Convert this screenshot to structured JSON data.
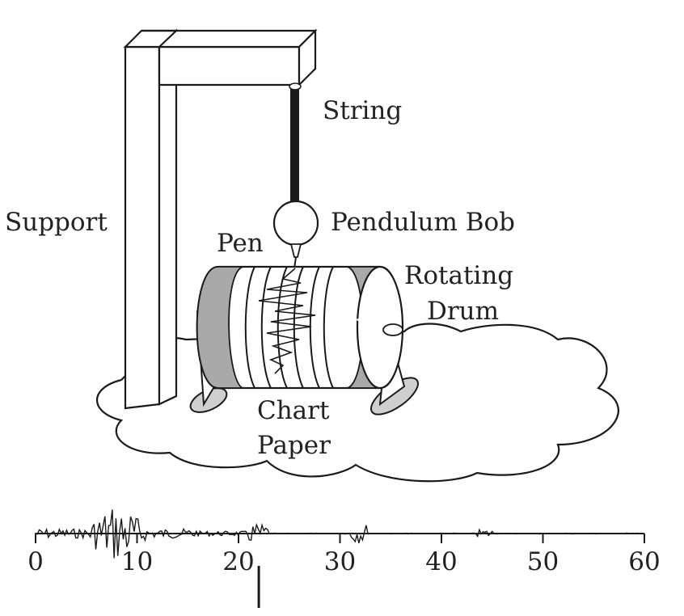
{
  "labels": {
    "string": "String",
    "support": "Support",
    "pendulum_bob": "Pendulum Bob",
    "pen": "Pen",
    "rotating_drum_line1": "Rotating",
    "rotating_drum_line2": "Drum",
    "chart_paper_line1": "Chart",
    "chart_paper_line2": "Paper"
  },
  "scale": {
    "ticks": [
      "0",
      "10",
      "20",
      "30",
      "40",
      "50",
      "60"
    ],
    "tick_values": [
      0,
      10,
      20,
      30,
      40,
      50,
      60
    ],
    "range": [
      0,
      60
    ],
    "marker_value": 22
  },
  "colors": {
    "line": "#1a1a1a",
    "drum_gray": "#a9a9a9",
    "paper_fill": "#ffffff",
    "text": "#222222"
  },
  "icons": {
    "rotation": "rotation-arrow-icon"
  }
}
